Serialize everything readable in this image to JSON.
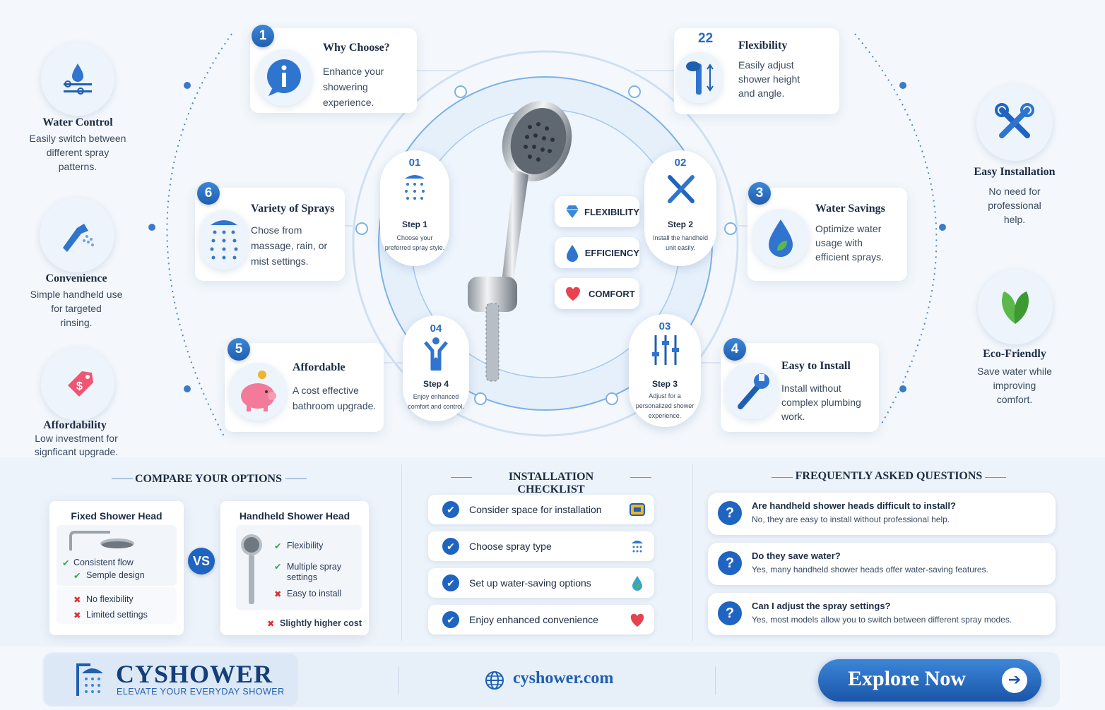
{
  "cards": {
    "why": {
      "num": "1",
      "title": "Why Choose?",
      "desc1": "Enhance your",
      "desc2": "showering experience."
    },
    "flex": {
      "num": "22",
      "title": "Flexibility",
      "desc1": "Easily adjust",
      "desc2": "shower height",
      "desc3": "and angle."
    },
    "variety": {
      "num": "6",
      "title": "Variety of Sprays",
      "desc1": "Chose from",
      "desc2": "massage, rain, or",
      "desc3": "mist settings."
    },
    "water": {
      "num": "3",
      "title": "Water Savings",
      "desc1": "Optimize water",
      "desc2": "usage with",
      "desc3": "efficient sprays."
    },
    "afford": {
      "num": "5",
      "title": "Affordable",
      "desc1": "A cost effective",
      "desc2": "bathroom upgrade."
    },
    "install": {
      "num": "4",
      "title": "Easy to Install",
      "desc1": "Install without",
      "desc2": "complex plumbing",
      "desc3": "work."
    }
  },
  "side_left": [
    {
      "title": "Water Control",
      "d1": "Easily switch between",
      "d2": "different spray",
      "d3": "patterns."
    },
    {
      "title": "Convenience",
      "d1": "Simple handheld use",
      "d2": "for targeted",
      "d3": "rinsing."
    },
    {
      "title": "Affordability",
      "d1": "Low investment for",
      "d2": "signficant upgrade."
    }
  ],
  "side_right": [
    {
      "title": "Easy Installation",
      "d1": "No need for",
      "d2": "professional",
      "d3": "help."
    },
    {
      "title": "Eco-Friendly",
      "d1": "Save water while",
      "d2": "improving",
      "d3": "comfort."
    }
  ],
  "steps": [
    {
      "num": "01",
      "title": "Step 1",
      "d1": "Choose your",
      "d2": "preferred spray style."
    },
    {
      "num": "02",
      "title": "Step 2",
      "d1": "Install the handheld",
      "d2": "unit easily."
    },
    {
      "num": "03",
      "title": "Step 3",
      "d1": "Adjust for a",
      "d2": "personalized shower",
      "d3": "experience."
    },
    {
      "num": "04",
      "title": "Step 4",
      "d1": "Enjoy enhanced",
      "d2": "comfort and control."
    }
  ],
  "pills": [
    "FLEXIBILITY",
    "EFFICIENCY",
    "COMFORT"
  ],
  "compare": {
    "heading": "COMPARE YOUR OPTIONS",
    "vs": "VS",
    "fixed": {
      "title": "Fixed Shower Head",
      "pros": [
        "Consistent flow",
        "Semple design"
      ],
      "cons": [
        "No flexibility",
        "Limited settings"
      ]
    },
    "handheld": {
      "title": "Handheld Shower Head",
      "pros": [
        "Flexibility",
        "Multiple spray settings"
      ],
      "cons": [
        "Easy to install"
      ],
      "extra": "Slightly higher cost"
    }
  },
  "checklist": {
    "heading": "INSTALLATION CHECKLIST",
    "items": [
      "Consider space for installation",
      "Choose spray type",
      "Set up water-saving options",
      "Enjoy enhanced convenience"
    ]
  },
  "faq": {
    "heading": "FREQUENTLY ASKED QUESTIONS",
    "items": [
      {
        "q": "Are handheld shower heads difficult to install?",
        "a": "No, they are easy to install without professional help."
      },
      {
        "q": "Do they save water?",
        "a": "Yes, many handheld shower heads offer water-saving features."
      },
      {
        "q": "Can I adjust the spray settings?",
        "a": "Yes, most models allow you to switch between different spray modes."
      }
    ]
  },
  "footer": {
    "brand": "CYSHOWER",
    "tagline": "ELEVATE YOUR EVERYDAY SHOWER",
    "url": "cyshower.com",
    "cta": "Explore Now"
  },
  "colors": {
    "primary": "#1f64c0",
    "accent": "#2a6bbf",
    "check": "#3aa34a",
    "cross": "#d93036",
    "background": "#f4f8fc"
  }
}
